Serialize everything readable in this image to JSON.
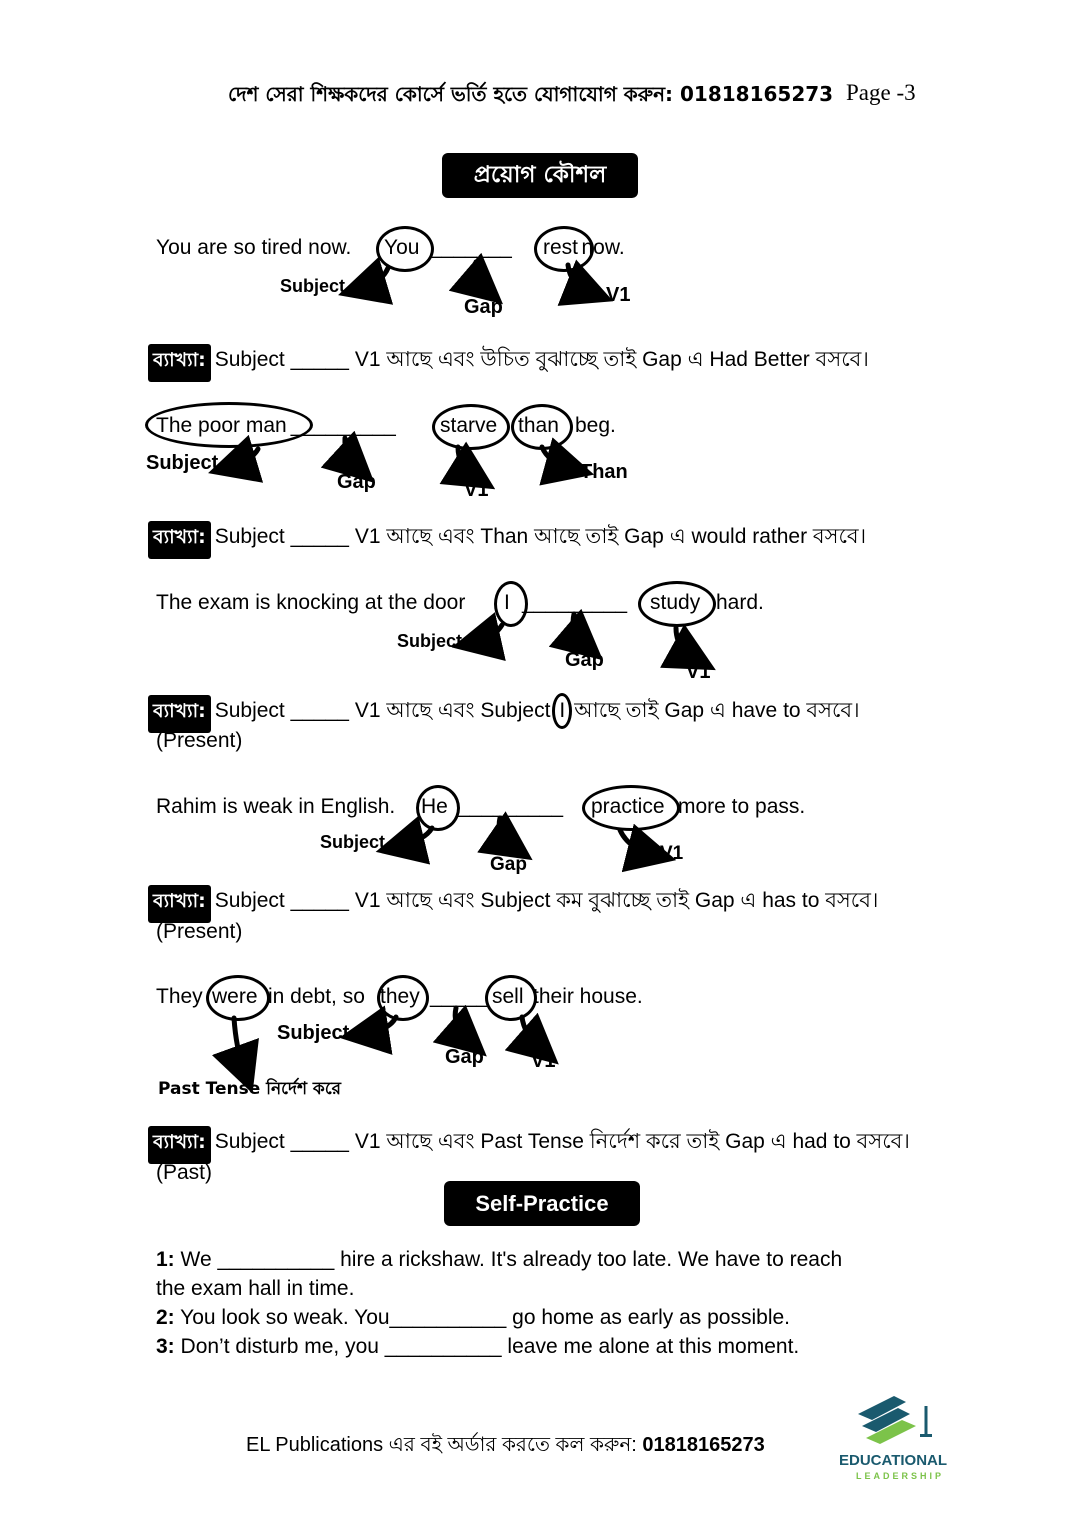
{
  "header": {
    "text": "দেশ সেরা শিক্ষকদের কোর্সে ভর্তি হতে যোগাযোগ করুন: 01818165273",
    "page": "Page -3"
  },
  "section_title": "প্রয়োগ কৌশল",
  "labels": {
    "subject": "Subject",
    "gap": "Gap",
    "v1": "V1",
    "than": "Than",
    "past_tense_marker": "Past Tense নির্দেশ করে",
    "explanation_tag": "ব্যাখ্যা:"
  },
  "examples": [
    {
      "sentence": [
        "You are so tired now.",
        "You",
        "_______",
        "rest",
        "now."
      ],
      "explanation": "Subject _____ V1 আছে এবং উচিত বুঝাচ্ছে তাই Gap এ Had Better বসবে।"
    },
    {
      "sentence": [
        "The poor man",
        "_________",
        "starve",
        "than",
        "beg."
      ],
      "explanation": "Subject _____ V1 আছে এবং Than আছে তাই Gap এ would rather বসবে।"
    },
    {
      "sentence": [
        "The exam is knocking at the door",
        "I",
        "_________",
        "study",
        "hard."
      ],
      "explanation": "Subject _____ V1 আছে এবং Subject",
      "explanation_i": "I",
      "explanation_end": "আছে তাই Gap এ have to বসবে।",
      "note": "(Present)"
    },
    {
      "sentence": [
        "Rahim is weak in English.",
        "He",
        "_________",
        "practice",
        "more to pass."
      ],
      "explanation": "Subject _____ V1 আছে এবং Subject কম বুঝাচ্ছে তাই Gap এ has to বসবে।",
      "note": "(Present)"
    },
    {
      "sentence": [
        "They",
        "were",
        "in debt, so",
        "they",
        "_____",
        "sell",
        "their house."
      ],
      "explanation": "Subject _____ V1 আছে এবং Past Tense নির্দেশ করে তাই Gap এ had to বসবে।",
      "note": "(Past)"
    }
  ],
  "self_practice": {
    "title": "Self-Practice",
    "items": [
      {
        "num": "1:",
        "text": "We __________ hire a rickshaw. It's already too late. We have to reach",
        "cont": "the exam hall in time."
      },
      {
        "num": "2:",
        "text": "You look so weak. You__________ go home as early as possible."
      },
      {
        "num": "3:",
        "text": "Don’t disturb me, you __________ leave me alone at this moment."
      }
    ]
  },
  "footer": {
    "text": "EL Publications এর বই অর্ডার করতে কল করুন: ",
    "phone": "01818165273",
    "logo_main": "EDUCATIONAL",
    "logo_sub": "LEADERSHIP"
  }
}
